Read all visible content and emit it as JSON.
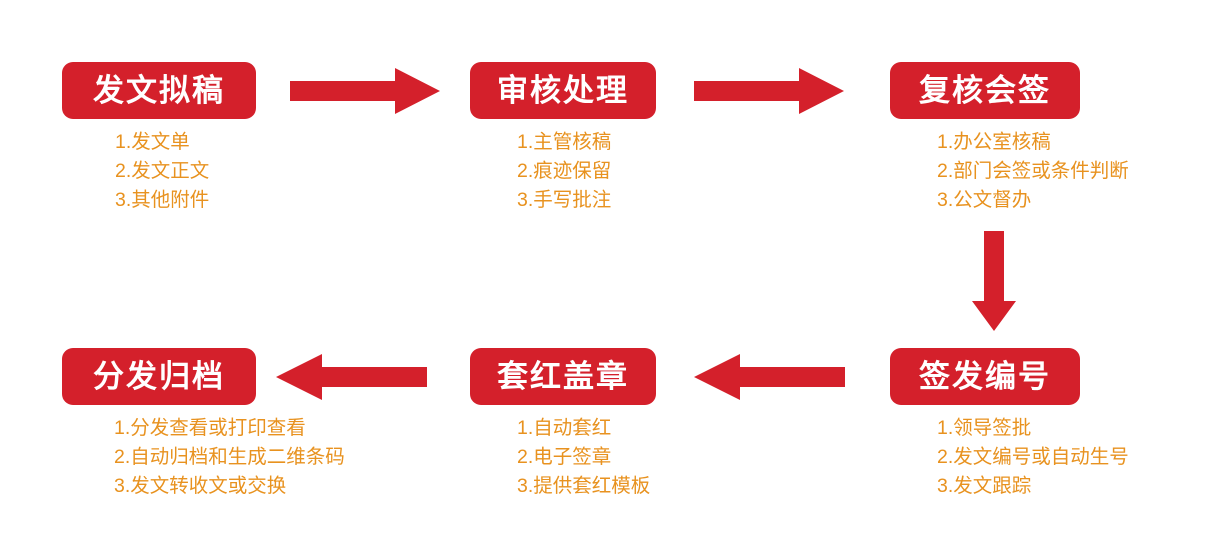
{
  "theme": {
    "background": "#ffffff",
    "box_red": "#d4202b",
    "arrow_red": "#d4202b",
    "title_color": "#ffffff",
    "list_color": "#e8921f"
  },
  "diagram": {
    "type": "process-flow",
    "stages": [
      {
        "id": "draft",
        "title": "发文拟稿",
        "items": [
          "1.发文单",
          "2.发文正文",
          "3.其他附件"
        ]
      },
      {
        "id": "review",
        "title": "审核处理",
        "items": [
          "1.主管核稿",
          "2.痕迹保留",
          "3.手写批注"
        ]
      },
      {
        "id": "countersign",
        "title": "复核会签",
        "items": [
          "1.办公室核稿",
          "2.部门会签或条件判断",
          "3.公文督办"
        ]
      },
      {
        "id": "issue-number",
        "title": "签发编号",
        "items": [
          "1.领导签批",
          "2.发文编号或自动生号",
          "3.发文跟踪"
        ]
      },
      {
        "id": "seal",
        "title": "套红盖章",
        "items": [
          "1.自动套红",
          "2.电子签章",
          "3.提供套红模板"
        ]
      },
      {
        "id": "distribute",
        "title": "分发归档",
        "items": [
          "1.分发查看或打印查看",
          "2.自动归档和生成二维条码",
          "3.发文转收文或交换"
        ]
      }
    ],
    "connectors": [
      {
        "id": "draft-to-review",
        "direction": "right"
      },
      {
        "id": "review-to-countersign",
        "direction": "right"
      },
      {
        "id": "countersign-to-issue-number",
        "direction": "down"
      },
      {
        "id": "issue-number-to-seal",
        "direction": "left"
      },
      {
        "id": "seal-to-distribute",
        "direction": "left"
      }
    ]
  }
}
